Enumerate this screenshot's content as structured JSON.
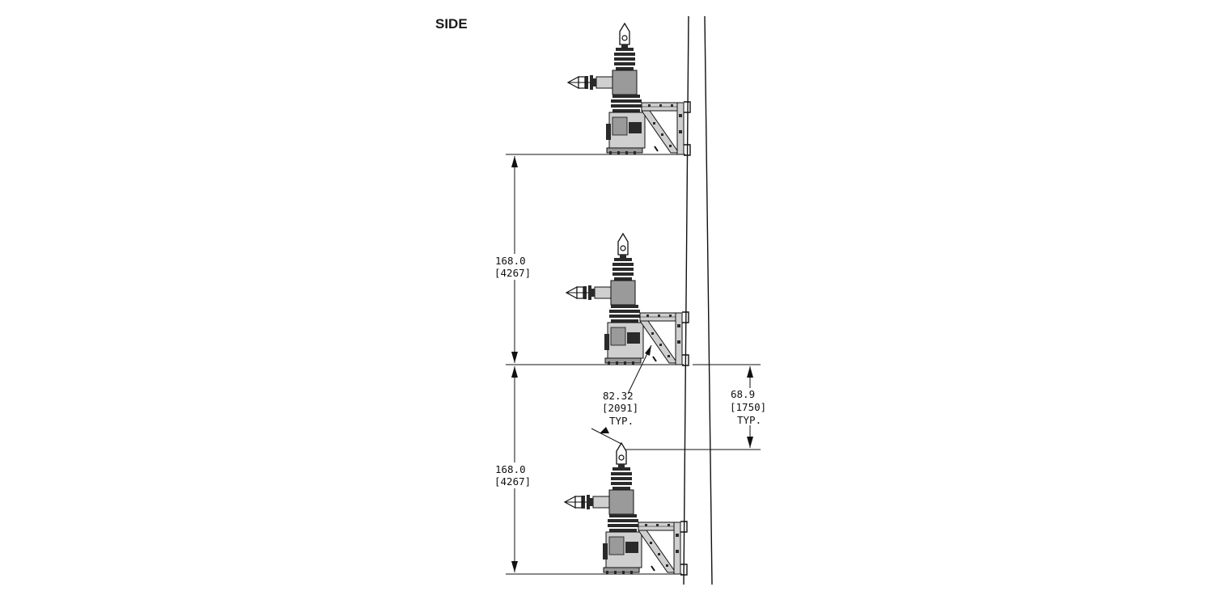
{
  "view_title": "SIDE",
  "dimensions": {
    "spacing_upper": {
      "value": "168.0",
      "metric": "[4267]"
    },
    "spacing_lower": {
      "value": "168.0",
      "metric": "[4267]"
    },
    "arm_length": {
      "value": "82.32",
      "metric": "[2091]",
      "note": "TYP."
    },
    "pole_offset": {
      "value": "68.9",
      "metric": "[1750]",
      "note": "TYP."
    }
  },
  "colors": {
    "line": "#111111",
    "fill_dark": "#2a2a2a",
    "fill_mid": "#9a9a9a",
    "fill_light": "#cfcfcf"
  }
}
